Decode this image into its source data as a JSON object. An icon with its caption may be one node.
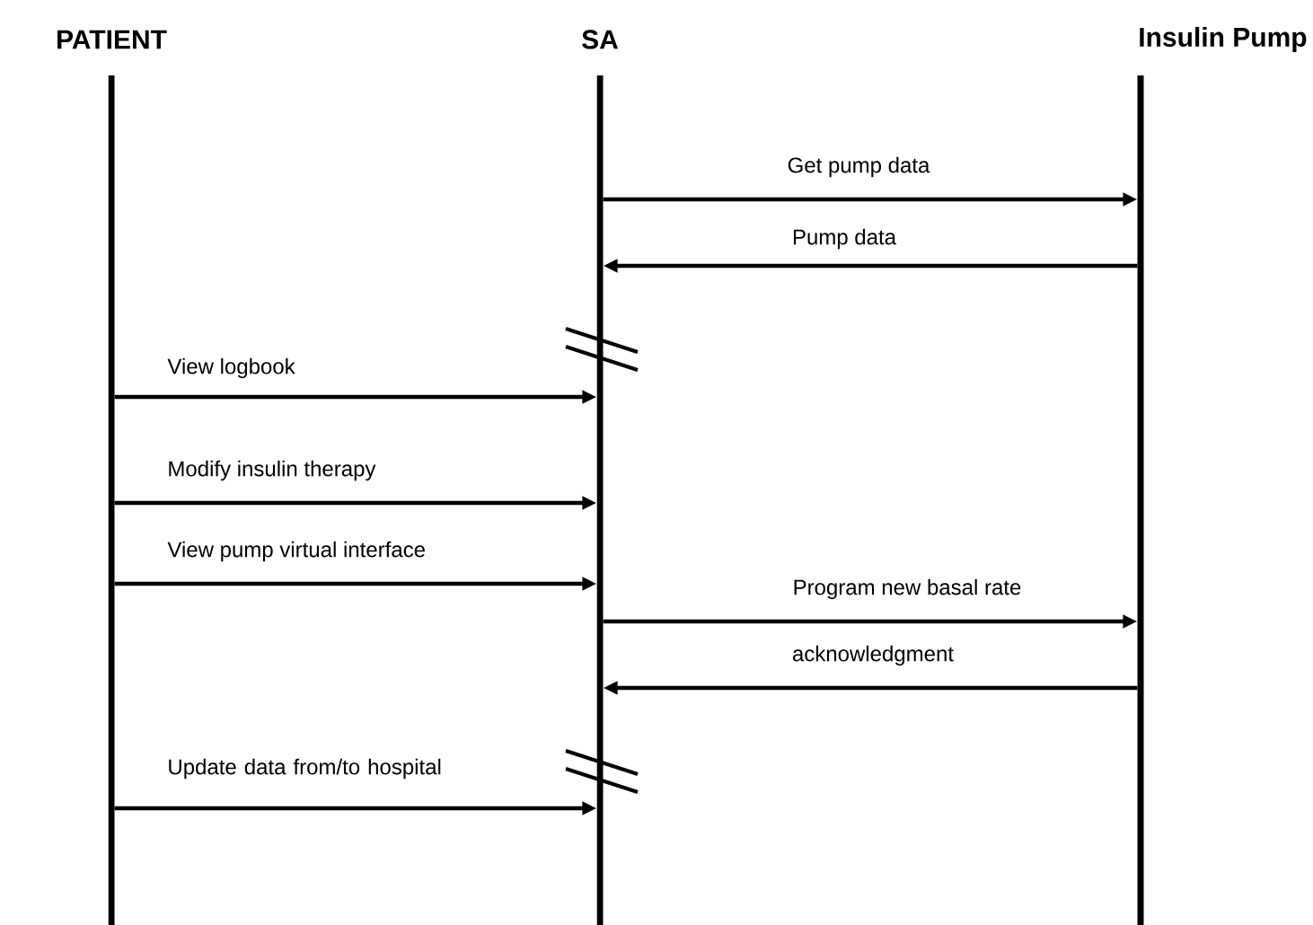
{
  "diagram": {
    "nodes": [
      {
        "text": [
          "PATIENT"
        ]
      },
      {
        "text": [
          "SA"
        ]
      },
      {
        "text": [
          "Insulin Pump"
        ]
      }
    ],
    "edges": [
      {
        "from": 1,
        "to": 2,
        "arrow": "to",
        "label": "Get pump data"
      },
      {
        "from": 2,
        "to": 1,
        "arrow": "to",
        "label": "Pump data"
      },
      {
        "from": 0,
        "to": 1,
        "arrow": "to",
        "label": "View logbook"
      },
      {
        "from": 0,
        "to": 1,
        "arrow": "to",
        "label": "Modify insulin therapy"
      },
      {
        "from": 0,
        "to": 1,
        "arrow": "to",
        "label": "View pump virtual interface"
      },
      {
        "from": 1,
        "to": 2,
        "arrow": "to",
        "label": "Program new basal rate"
      },
      {
        "from": 2,
        "to": 1,
        "arrow": "to",
        "label": "acknowledgment"
      },
      {
        "from": 0,
        "to": 1,
        "arrow": "to",
        "label": "Update data from/to hospital"
      }
    ]
  }
}
